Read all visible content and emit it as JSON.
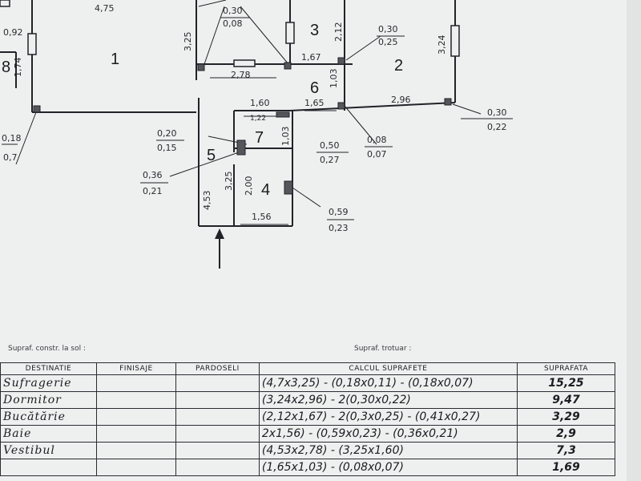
{
  "plan": {
    "rooms": [
      "1",
      "2",
      "3",
      "4",
      "5",
      "6",
      "7",
      "8"
    ],
    "dims": {
      "top_wall": "4,75",
      "d_092": "0,92",
      "d_174": "1,74",
      "d_018": "0,18",
      "d_07": "0,7",
      "d_325": "3,25",
      "d_030_top": "0,30",
      "d_008_top": "0,08",
      "d_278": "2,78",
      "d_212": "2,12",
      "d_167": "1,67",
      "d_103_6": "1,03",
      "d_030_r2": "0,30",
      "d_025_r2": "0,25",
      "d_324": "3,24",
      "d_160": "1,60",
      "d_165": "1,65",
      "d_296": "2,96",
      "d_030_right": "0,30",
      "d_022_right": "0,22",
      "d_122": "1,22",
      "d_103_7": "1,03",
      "d_020": "0,20",
      "d_015": "0,15",
      "d_050": "0,50",
      "d_027": "0,27",
      "d_008_mid": "0,08",
      "d_007_mid": "0,07",
      "d_036": "0,36",
      "d_021": "0,21",
      "d_453": "4,53",
      "d_325_b": "3,25",
      "d_200": "2,00",
      "d_156": "1,56",
      "d_059": "0,59",
      "d_023": "0,23"
    }
  },
  "captions": {
    "left": "Supraf. constr. la sol :",
    "right": "Supraf. trotuar :"
  },
  "table": {
    "headers": [
      "DESTINATIE",
      "FINISAJE",
      "PARDOSELI",
      "CALCUL SUPRAFETE",
      "SUPRAFATA"
    ],
    "rows": [
      {
        "name": "Sufragerie",
        "calc": "(4,7x3,25) - (0,18x0,11) - (0,18x0,07)",
        "area": "15,25"
      },
      {
        "name": "Dormitor",
        "calc": "(3,24x2,96) - 2(0,30x0,22)",
        "area": "9,47"
      },
      {
        "name": "Bucătărie",
        "calc": "(2,12x1,67) - 2(0,3x0,25) - (0,41x0,27)",
        "area": "3,29"
      },
      {
        "name": "Baie",
        "calc": "2x1,56) - (0,59x0,23) - (0,36x0,21)",
        "area": "2,9"
      },
      {
        "name": "Vestibul",
        "calc": "(4,53x2,78) - (3,25x1,60)",
        "area": "7,3"
      },
      {
        "name": "",
        "calc": "(1,65x1,03) - (0,08x0,07)",
        "area": "1,69"
      }
    ]
  }
}
